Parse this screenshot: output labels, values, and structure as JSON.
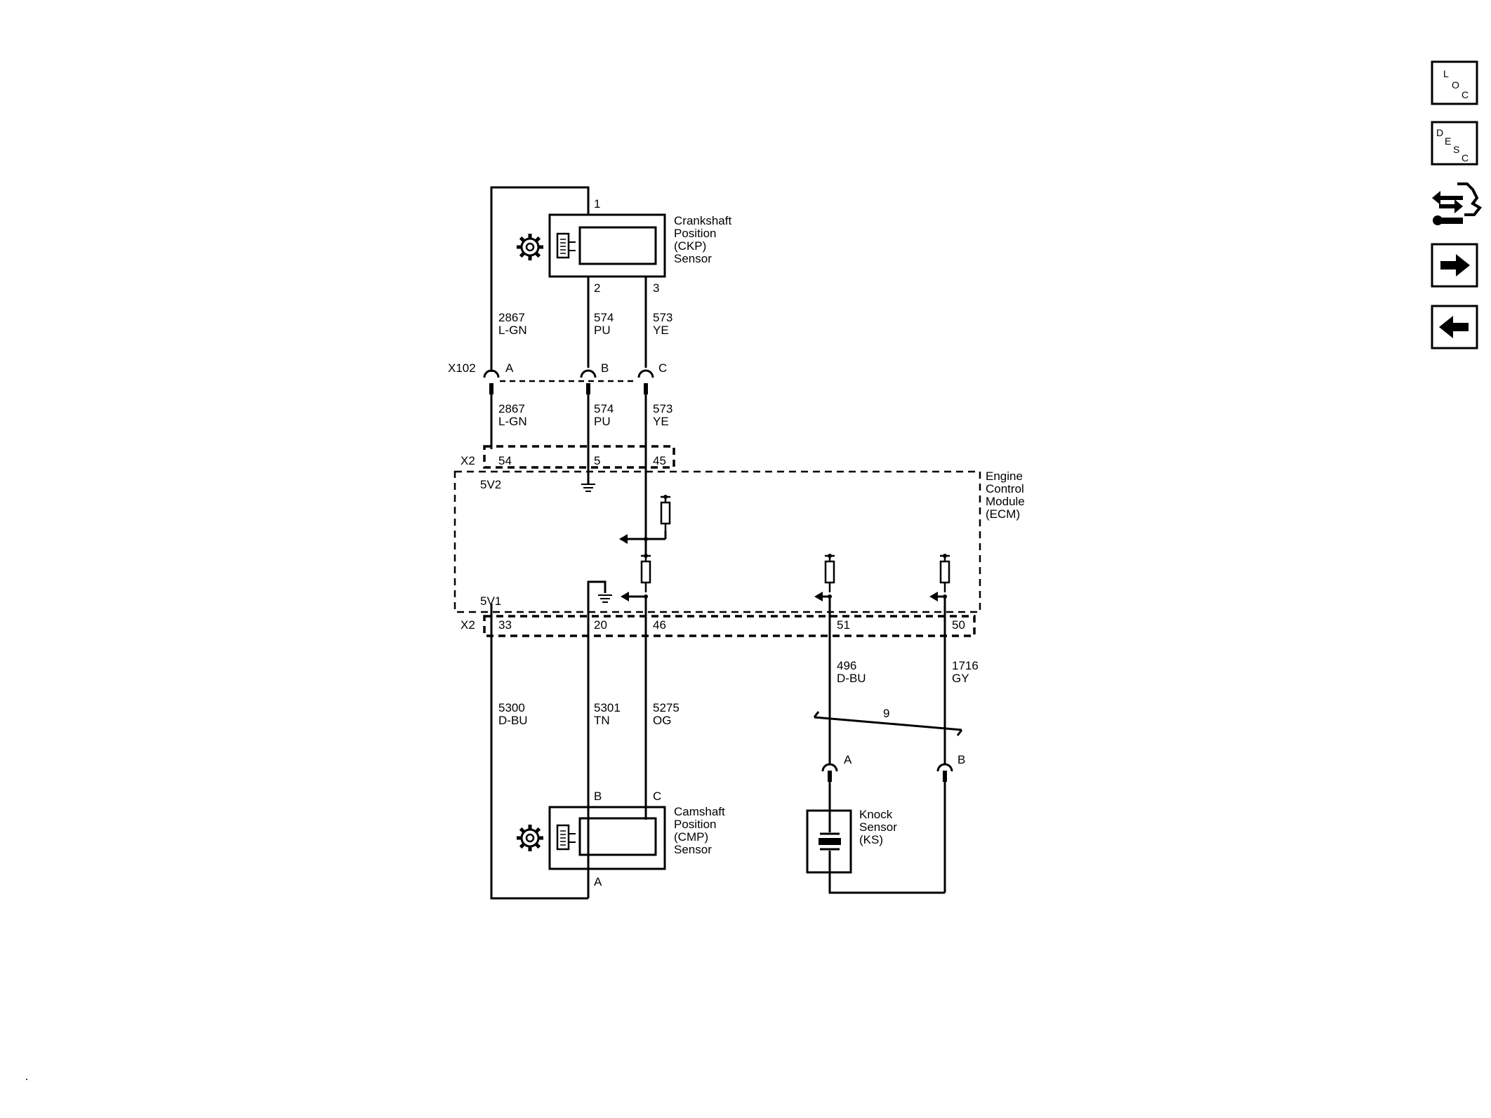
{
  "nav": {
    "loc_l": "L",
    "loc_o": "O",
    "loc_c": "C",
    "desc_d": "D",
    "desc_e": "E",
    "desc_s": "S",
    "desc_c": "C"
  },
  "ckp": {
    "name_line1": "Crankshaft",
    "name_line2": "Position",
    "name_line3": "(CKP)",
    "name_line4": "Sensor",
    "pin1": "1",
    "pin2": "2",
    "pin3": "3"
  },
  "upper_wires": [
    {
      "circuit": "2867",
      "color": "L-GN"
    },
    {
      "circuit": "574",
      "color": "PU"
    },
    {
      "circuit": "573",
      "color": "YE"
    }
  ],
  "x102": {
    "label": "X102",
    "pin_a": "A",
    "pin_b": "B",
    "pin_c": "C"
  },
  "x2_top": {
    "label": "X2",
    "pin54": "54",
    "pin5": "5",
    "pin45": "45",
    "ref": "5V2"
  },
  "ecm": {
    "line1": "Engine",
    "line2": "Control",
    "line3": "Module",
    "line4": "(ECM)"
  },
  "x2_bottom": {
    "label": "X2",
    "ref": "5V1",
    "pin33": "33",
    "pin20": "20",
    "pin46": "46",
    "pin51": "51",
    "pin50": "50"
  },
  "lower_wires": [
    {
      "circuit": "5300",
      "color": "D-BU"
    },
    {
      "circuit": "5301",
      "color": "TN"
    },
    {
      "circuit": "5275",
      "color": "OG"
    },
    {
      "circuit": "496",
      "color": "D-BU"
    },
    {
      "circuit": "1716",
      "color": "GY"
    }
  ],
  "twist_label": "9",
  "ks_connector": {
    "pin_a": "A",
    "pin_b": "B"
  },
  "ks": {
    "line1": "Knock",
    "line2": "Sensor",
    "line3": "(KS)"
  },
  "cmp": {
    "name_line1": "Camshaft",
    "name_line2": "Position",
    "name_line3": "(CMP)",
    "name_line4": "Sensor",
    "pin_b": "B",
    "pin_c": "C",
    "pin_a": "A"
  }
}
